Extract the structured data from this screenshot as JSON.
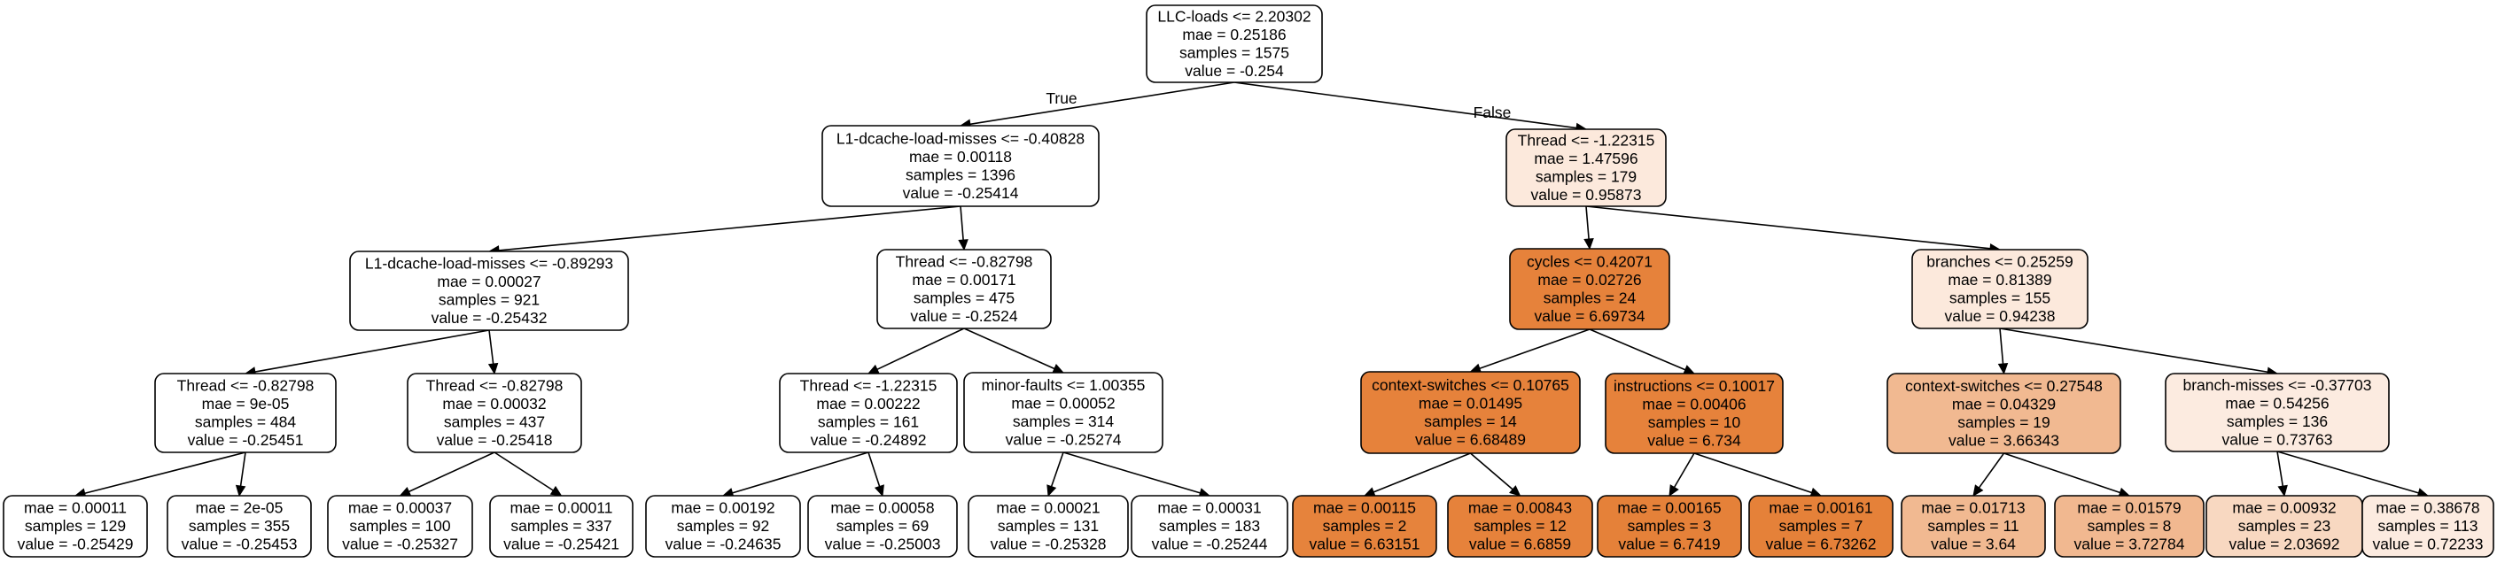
{
  "tree": {
    "nodes": [
      {
        "id": "n0",
        "lines": [
          "LLC-loads <= 2.20302",
          "mae = 0.25186",
          "samples = 1575",
          "value = -0.254"
        ],
        "fill": "#ffffff"
      },
      {
        "id": "n1",
        "lines": [
          "L1-dcache-load-misses <= -0.40828",
          "mae = 0.00118",
          "samples = 1396",
          "value = -0.25414"
        ],
        "fill": "#ffffff"
      },
      {
        "id": "n2",
        "lines": [
          "Thread <= -1.22315",
          "mae = 1.47596",
          "samples = 179",
          "value = 0.95873"
        ],
        "fill": "#fce9dc"
      },
      {
        "id": "n3",
        "lines": [
          "L1-dcache-load-misses <= -0.89293",
          "mae = 0.00027",
          "samples = 921",
          "value = -0.25432"
        ],
        "fill": "#ffffff"
      },
      {
        "id": "n4",
        "lines": [
          "Thread <= -0.82798",
          "mae = 0.00171",
          "samples = 475",
          "value = -0.2524"
        ],
        "fill": "#ffffff"
      },
      {
        "id": "n5",
        "lines": [
          "cycles <= 0.42071",
          "mae = 0.02726",
          "samples = 24",
          "value = 6.69734"
        ],
        "fill": "#e6823b"
      },
      {
        "id": "n6",
        "lines": [
          "branches <= 0.25259",
          "mae = 0.81389",
          "samples = 155",
          "value = 0.94238"
        ],
        "fill": "#fce9dc"
      },
      {
        "id": "n7",
        "lines": [
          "Thread <= -0.82798",
          "mae = 9e-05",
          "samples = 484",
          "value = -0.25451"
        ],
        "fill": "#ffffff"
      },
      {
        "id": "n8",
        "lines": [
          "Thread <= -0.82798",
          "mae = 0.00032",
          "samples = 437",
          "value = -0.25418"
        ],
        "fill": "#ffffff"
      },
      {
        "id": "n9",
        "lines": [
          "Thread <= -1.22315",
          "mae = 0.00222",
          "samples = 161",
          "value = -0.24892"
        ],
        "fill": "#ffffff"
      },
      {
        "id": "n10",
        "lines": [
          "minor-faults <= 1.00355",
          "mae = 0.00052",
          "samples = 314",
          "value = -0.25274"
        ],
        "fill": "#ffffff"
      },
      {
        "id": "n11",
        "lines": [
          "context-switches <= 0.10765",
          "mae = 0.01495",
          "samples = 14",
          "value = 6.68489"
        ],
        "fill": "#e6823b"
      },
      {
        "id": "n12",
        "lines": [
          "instructions <= 0.10017",
          "mae = 0.00406",
          "samples = 10",
          "value = 6.734"
        ],
        "fill": "#e6823b"
      },
      {
        "id": "n13",
        "lines": [
          "context-switches <= 0.27548",
          "mae = 0.04329",
          "samples = 19",
          "value = 3.66343"
        ],
        "fill": "#f1b991"
      },
      {
        "id": "n14",
        "lines": [
          "branch-misses <= -0.37703",
          "mae = 0.54256",
          "samples = 136",
          "value = 0.73763"
        ],
        "fill": "#fcebe0"
      },
      {
        "id": "n15",
        "lines": [
          "mae = 0.00011",
          "samples = 129",
          "value = -0.25429"
        ],
        "fill": "#ffffff"
      },
      {
        "id": "n16",
        "lines": [
          "mae = 2e-05",
          "samples = 355",
          "value = -0.25453"
        ],
        "fill": "#ffffff"
      },
      {
        "id": "n17",
        "lines": [
          "mae = 0.00037",
          "samples = 100",
          "value = -0.25327"
        ],
        "fill": "#ffffff"
      },
      {
        "id": "n18",
        "lines": [
          "mae = 0.00011",
          "samples = 337",
          "value = -0.25421"
        ],
        "fill": "#ffffff"
      },
      {
        "id": "n19",
        "lines": [
          "mae = 0.00192",
          "samples = 92",
          "value = -0.24635"
        ],
        "fill": "#ffffff"
      },
      {
        "id": "n20",
        "lines": [
          "mae = 0.00058",
          "samples = 69",
          "value = -0.25003"
        ],
        "fill": "#ffffff"
      },
      {
        "id": "n21",
        "lines": [
          "mae = 0.00021",
          "samples = 131",
          "value = -0.25328"
        ],
        "fill": "#ffffff"
      },
      {
        "id": "n22",
        "lines": [
          "mae = 0.00031",
          "samples = 183",
          "value = -0.25244"
        ],
        "fill": "#ffffff"
      },
      {
        "id": "n23",
        "lines": [
          "mae = 0.00115",
          "samples = 2",
          "value = 6.63151"
        ],
        "fill": "#e6833c"
      },
      {
        "id": "n24",
        "lines": [
          "mae = 0.00843",
          "samples = 12",
          "value = 6.6859"
        ],
        "fill": "#e6823b"
      },
      {
        "id": "n25",
        "lines": [
          "mae = 0.00165",
          "samples = 3",
          "value = 6.7419"
        ],
        "fill": "#e58139"
      },
      {
        "id": "n26",
        "lines": [
          "mae = 0.00161",
          "samples = 7",
          "value = 6.73262"
        ],
        "fill": "#e58139"
      },
      {
        "id": "n27",
        "lines": [
          "mae = 0.01713",
          "samples = 11",
          "value = 3.64"
        ],
        "fill": "#f1b991"
      },
      {
        "id": "n28",
        "lines": [
          "mae = 0.01579",
          "samples = 8",
          "value = 3.72784"
        ],
        "fill": "#f1b890"
      },
      {
        "id": "n29",
        "lines": [
          "mae = 0.00932",
          "samples = 23",
          "value = 2.03692"
        ],
        "fill": "#f8d8c1"
      },
      {
        "id": "n30",
        "lines": [
          "mae = 0.38678",
          "samples = 113",
          "value = 0.72233"
        ],
        "fill": "#fcebe0"
      }
    ],
    "edges": [
      {
        "from": "n0",
        "to": "n1",
        "label": "True"
      },
      {
        "from": "n0",
        "to": "n2",
        "label": "False"
      },
      {
        "from": "n1",
        "to": "n3",
        "label": ""
      },
      {
        "from": "n1",
        "to": "n4",
        "label": ""
      },
      {
        "from": "n2",
        "to": "n5",
        "label": ""
      },
      {
        "from": "n2",
        "to": "n6",
        "label": ""
      },
      {
        "from": "n3",
        "to": "n7",
        "label": ""
      },
      {
        "from": "n3",
        "to": "n8",
        "label": ""
      },
      {
        "from": "n4",
        "to": "n9",
        "label": ""
      },
      {
        "from": "n4",
        "to": "n10",
        "label": ""
      },
      {
        "from": "n5",
        "to": "n11",
        "label": ""
      },
      {
        "from": "n5",
        "to": "n12",
        "label": ""
      },
      {
        "from": "n6",
        "to": "n13",
        "label": ""
      },
      {
        "from": "n6",
        "to": "n14",
        "label": ""
      },
      {
        "from": "n7",
        "to": "n15",
        "label": ""
      },
      {
        "from": "n7",
        "to": "n16",
        "label": ""
      },
      {
        "from": "n8",
        "to": "n17",
        "label": ""
      },
      {
        "from": "n8",
        "to": "n18",
        "label": ""
      },
      {
        "from": "n9",
        "to": "n19",
        "label": ""
      },
      {
        "from": "n9",
        "to": "n20",
        "label": ""
      },
      {
        "from": "n10",
        "to": "n21",
        "label": ""
      },
      {
        "from": "n10",
        "to": "n22",
        "label": ""
      },
      {
        "from": "n11",
        "to": "n23",
        "label": ""
      },
      {
        "from": "n11",
        "to": "n24",
        "label": ""
      },
      {
        "from": "n12",
        "to": "n25",
        "label": ""
      },
      {
        "from": "n12",
        "to": "n26",
        "label": ""
      },
      {
        "from": "n13",
        "to": "n27",
        "label": ""
      },
      {
        "from": "n13",
        "to": "n28",
        "label": ""
      },
      {
        "from": "n14",
        "to": "n29",
        "label": ""
      },
      {
        "from": "n14",
        "to": "n30",
        "label": ""
      }
    ]
  }
}
